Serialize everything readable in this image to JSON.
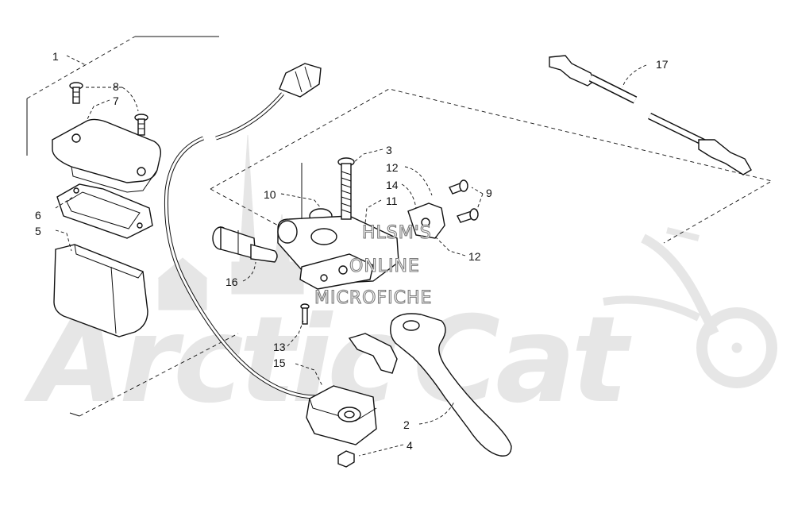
{
  "callouts": {
    "c1": "1",
    "c2": "2",
    "c3": "3",
    "c4": "4",
    "c5": "5",
    "c6": "6",
    "c7": "7",
    "c8": "8",
    "c9": "9",
    "c10": "10",
    "c11": "11",
    "c12a": "12",
    "c12b": "12",
    "c13": "13",
    "c14": "14",
    "c15": "15",
    "c16": "16",
    "c17": "17"
  },
  "overlay": {
    "line1": "HLSM'S",
    "line2": "ONLINE",
    "line3": "MICROFICHE"
  },
  "watermark": {
    "brand": "ArcticCat",
    "color": "#e6e6e6"
  }
}
